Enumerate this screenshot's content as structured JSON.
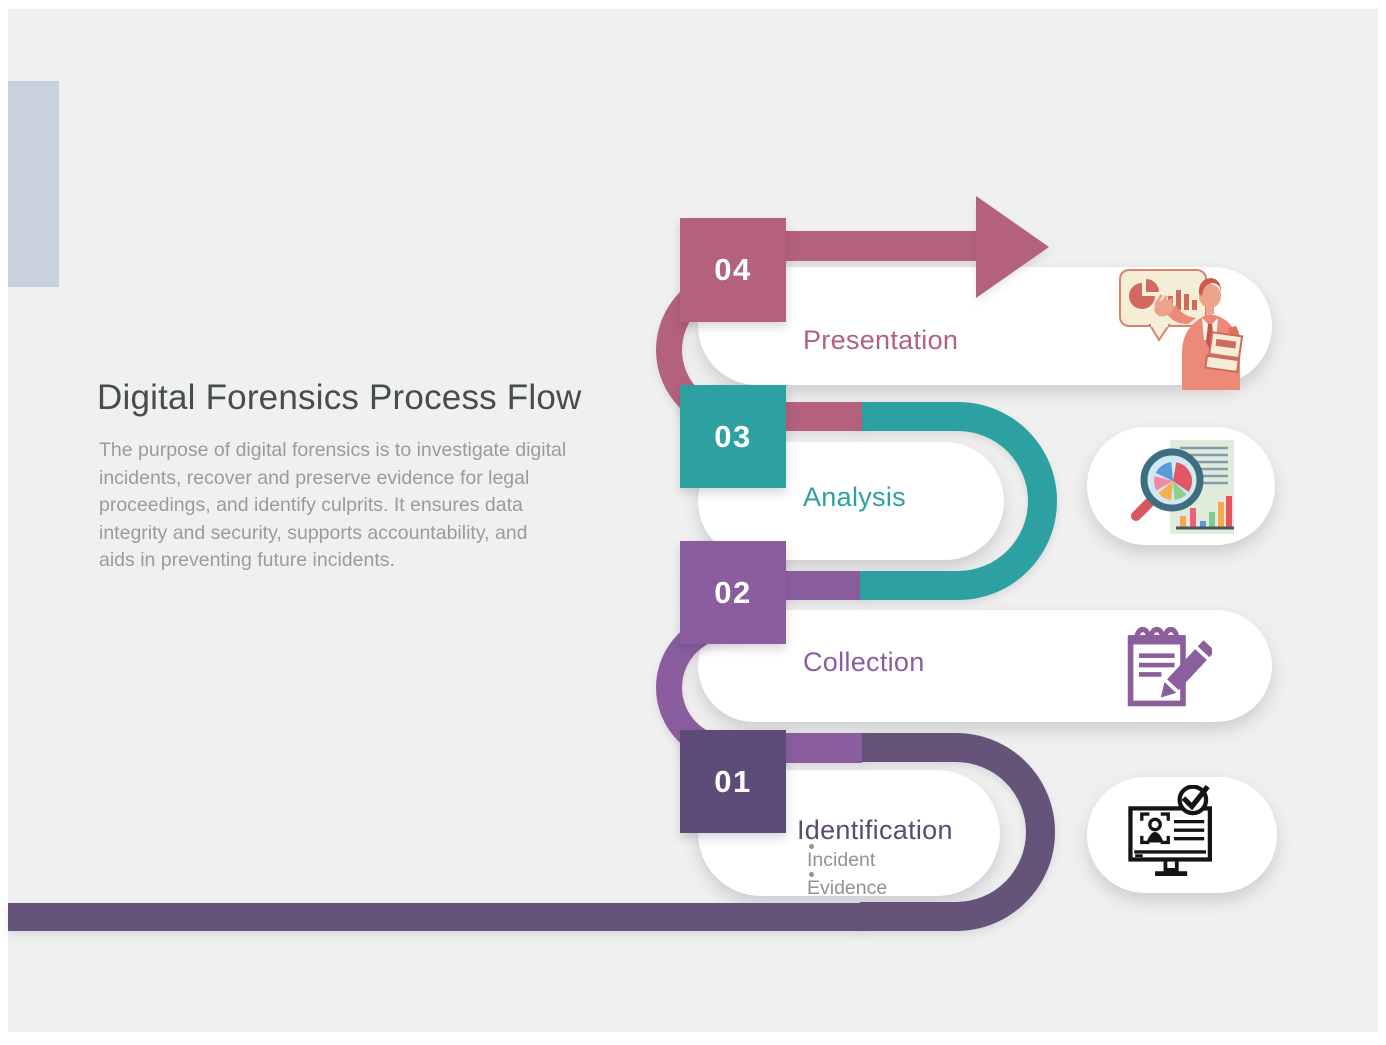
{
  "slide": {
    "title": "Digital Forensics Process Flow",
    "description": "The purpose of digital forensics is to investigate digital\nincidents, recover and preserve evidence for legal\nproceedings, and identify culprits. It ensures data\nintegrity and security, supports accountability, and\naids in preventing future incidents."
  },
  "steps": [
    {
      "number": "01",
      "label": "Identification",
      "color": "#5e4c78",
      "sub_items": [
        "Incident",
        "Evidence"
      ],
      "icon": "monitor-id-card-checkmark-icon"
    },
    {
      "number": "02",
      "label": "Collection",
      "color": "#8a5e9e",
      "icon": "notepad-pencil-icon"
    },
    {
      "number": "03",
      "label": "Analysis",
      "color": "#2da1a2",
      "icon": "magnifier-pie-chart-document-icon"
    },
    {
      "number": "04",
      "label": "Presentation",
      "color": "#b4617b",
      "icon": "presenter-speech-bubble-chart-icon"
    }
  ],
  "colors": {
    "rose": "#b4617b",
    "teal": "#2da1a2",
    "purple": "#8a5e9e",
    "dark_purple": "#5e4c78",
    "flow_tail": "#655379",
    "canvas_background": "#f0f0f0",
    "accent_rectangle": "#c7d2de",
    "title_text": "#454f47",
    "body_text": "#9b9b9b"
  }
}
